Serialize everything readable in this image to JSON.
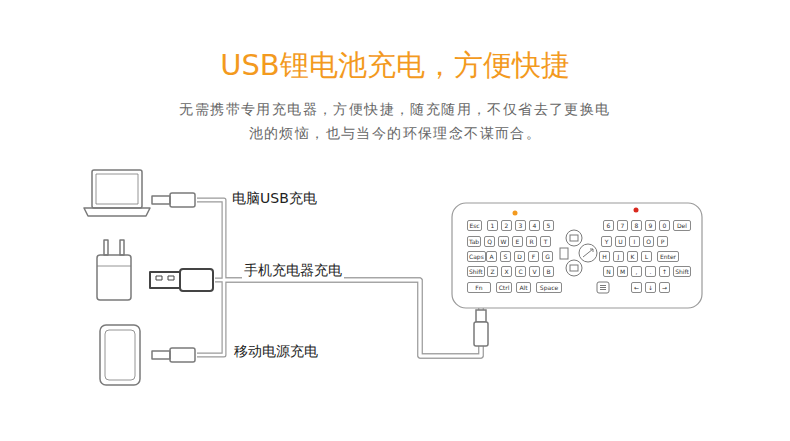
{
  "diagram": {
    "title": "USB锂电池充电，方便快捷",
    "nodes": [
      {
        "text": [
          "电脑USB充电"
        ]
      },
      {
        "text": [
          "手机充电器充电"
        ]
      },
      {
        "text": [
          "移动电源充电"
        ]
      },
      {
        "text": [
          "Esc",
          "1",
          "2",
          "3",
          "4",
          "5",
          "6",
          "7",
          "8",
          "9",
          "0",
          "Del",
          "Tab",
          "Q",
          "W",
          "E",
          "R",
          "T",
          "Y",
          "U",
          "I",
          "O",
          "P",
          "Caps",
          "A",
          "S",
          "D",
          "F",
          "G",
          "H",
          "J",
          "K",
          "L",
          "Enter",
          "Shift",
          "Z",
          "X",
          "C",
          "V",
          "B",
          "N",
          "M",
          ",",
          ".",
          "↑",
          "Shift",
          "Fn",
          "Ctrl",
          "Alt",
          "Space",
          "←",
          "↓",
          "→"
        ]
      }
    ],
    "edges": [
      {
        "from": 0,
        "to": 3,
        "arrow": "none"
      },
      {
        "from": 1,
        "to": 3,
        "arrow": "none"
      },
      {
        "from": 2,
        "to": 3,
        "arrow": "none"
      }
    ],
    "labels": [
      "无需携带专用充电器，方便快捷，随充随用，不仅省去了更换电 池的烦恼，也与当今的环保理念不谋而合。"
    ]
  }
}
